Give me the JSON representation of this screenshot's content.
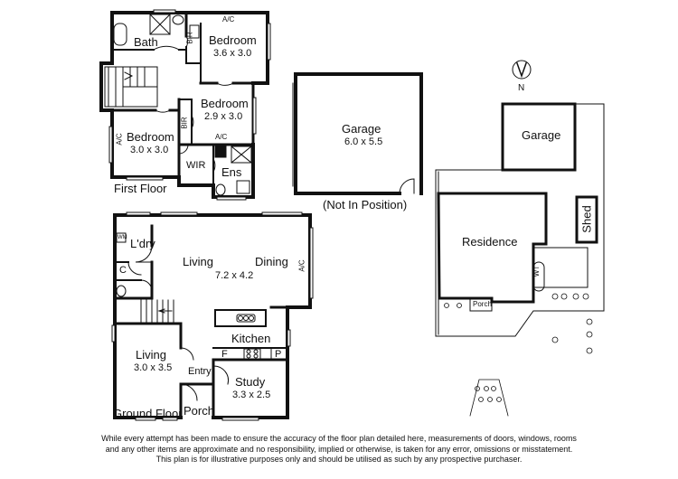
{
  "first_floor": {
    "title": "First Floor",
    "rooms": {
      "bath": "Bath",
      "bed1_name": "Bedroom",
      "bed1_dim": "3.6 x 3.0",
      "bed2_name": "Bedroom",
      "bed2_dim": "2.9 x 3.0",
      "bed3_name": "Bedroom",
      "bed3_dim": "3.0 x 3.0",
      "wir": "WIR",
      "ens": "Ens",
      "bir1": "BIR",
      "bir2": "BIR",
      "ac1": "A/C",
      "ac2": "A/C",
      "ac3": "A/C"
    }
  },
  "garage_plan": {
    "name": "Garage",
    "dim": "6.0 x 5.5",
    "note": "(Not In Position)"
  },
  "ground_floor": {
    "title": "Ground Floor",
    "rooms": {
      "laundry": "L'dry",
      "wm": "WM",
      "c": "C",
      "living_name": "Living",
      "living_dim": "7.2 x 4.2",
      "dining": "Dining",
      "ac": "A/C",
      "kitchen": "Kitchen",
      "f": "F",
      "p": "P",
      "living2_name": "Living",
      "living2_dim": "3.0 x 3.5",
      "entry": "Entry",
      "study_name": "Study",
      "study_dim": "3.3 x 2.5",
      "porch": "Porch"
    }
  },
  "site_plan": {
    "garage": "Garage",
    "shed": "Shed",
    "residence": "Residence",
    "wt": "WT",
    "porch": "Porch",
    "compass": "N"
  },
  "disclaimer": [
    "While every attempt has been made to ensure the accuracy of the floor plan detailed here, measurements of doors, windows, rooms",
    "and any other items are approximate and no responsibility, implied or otherwise, is taken for any error, omissions or misstatement.",
    "This plan is for illustrative purposes only and should be utilised as such by any prospective purchaser."
  ]
}
